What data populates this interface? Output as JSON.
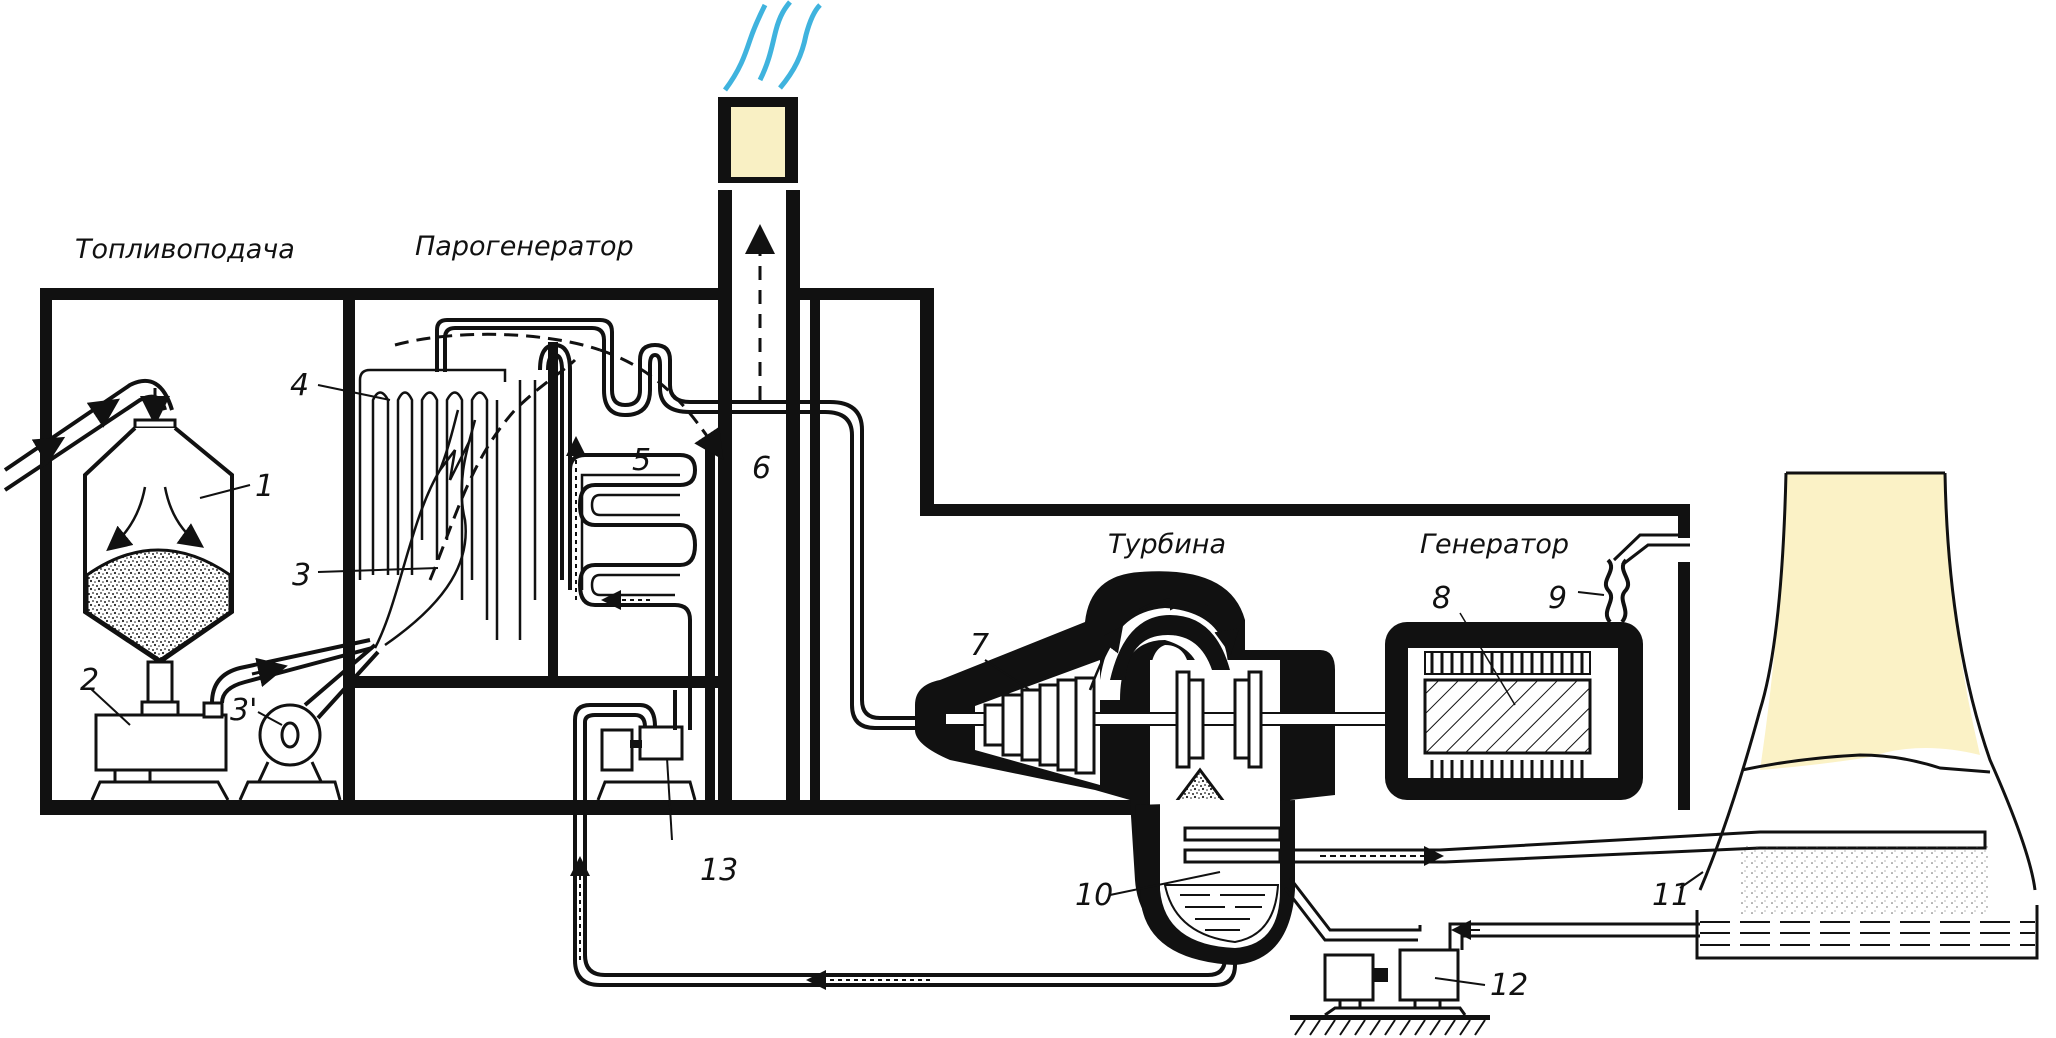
{
  "diagram": {
    "title": "Thermal power plant process scheme",
    "sections": {
      "fuel_supply": "Топливоподача",
      "steam_generator": "Парогенератор",
      "turbine": "Турбина",
      "generator": "Генератор"
    },
    "callouts": [
      {
        "id": "1",
        "component": "coal-bunker"
      },
      {
        "id": "2",
        "component": "coal-mill"
      },
      {
        "id": "3",
        "component": "furnace-burner"
      },
      {
        "id": "3'",
        "component": "blower-fan"
      },
      {
        "id": "4",
        "component": "evaporator-screen-tubes"
      },
      {
        "id": "5",
        "component": "economizer"
      },
      {
        "id": "6",
        "component": "flue-gas-to-stack"
      },
      {
        "id": "7",
        "component": "turbine-rotor"
      },
      {
        "id": "8",
        "component": "generator-rotor"
      },
      {
        "id": "9",
        "component": "transformer-output"
      },
      {
        "id": "10",
        "component": "condenser"
      },
      {
        "id": "11",
        "component": "cooling-tower"
      },
      {
        "id": "12",
        "component": "circulation-pump"
      },
      {
        "id": "13",
        "component": "feed-pump"
      }
    ],
    "colors": {
      "ink": "#111111",
      "stack_fill": "#f9f0c4",
      "tower_fill": "#fbf2c6",
      "smoke": "#3fb3de",
      "background": "#ffffff"
    }
  }
}
